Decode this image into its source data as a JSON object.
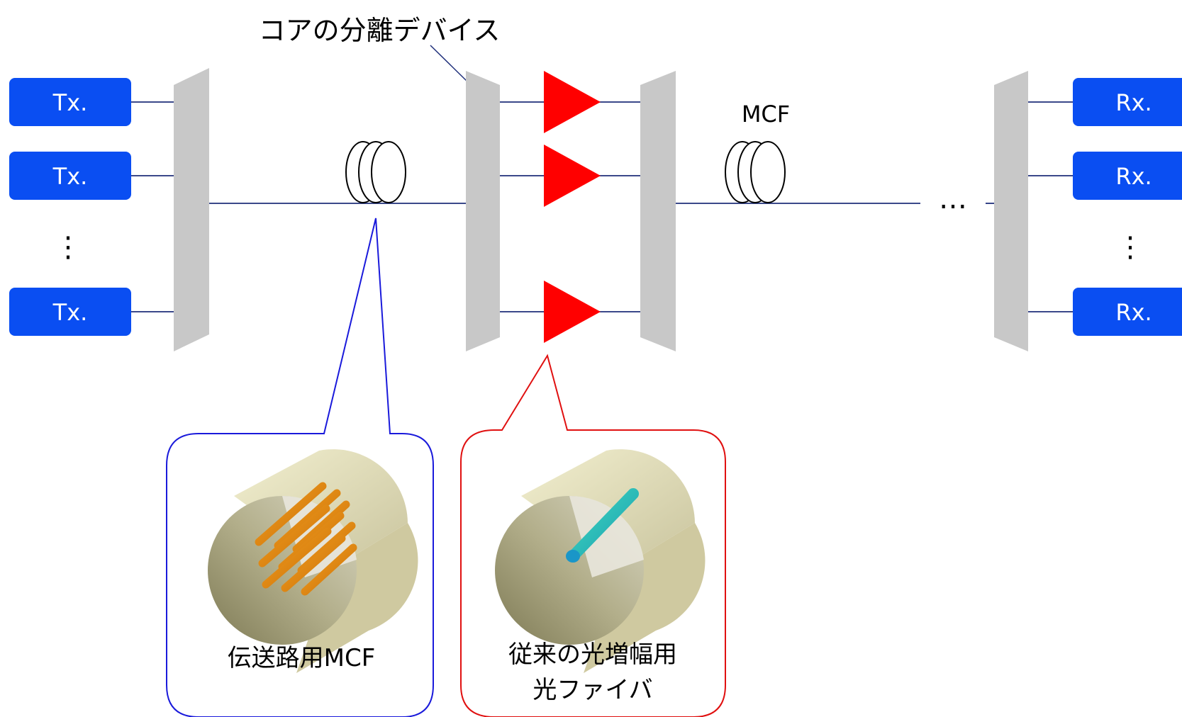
{
  "diagram": {
    "top_label": "コアの分離デバイス",
    "transmitters": [
      "Tx.",
      "Tx.",
      "Tx."
    ],
    "receivers": [
      "Rx.",
      "Rx.",
      "Rx."
    ],
    "vertical_dots": "⋮",
    "mcf_label": "MCF",
    "ellipsis": "…",
    "callout_left": {
      "text": "伝送路用MCF",
      "border_color": "#1a1adb"
    },
    "callout_right": {
      "text_line1": "従来の光増幅用",
      "text_line2": "光ファイバ",
      "border_color": "#e01010"
    },
    "colors": {
      "box_blue": "#0a4ef2",
      "device_gray": "#c8c8c8",
      "line_navy": "#1f2f7a",
      "amplifier_red": "#ff0000",
      "core_orange": "#e08a10",
      "core_teal": "#20b8a8"
    }
  }
}
